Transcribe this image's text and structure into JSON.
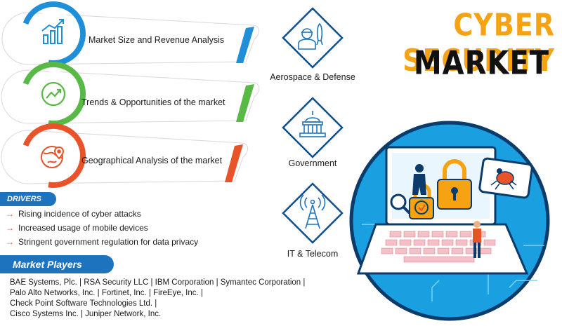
{
  "title": {
    "line1": "CYBER SECURITY",
    "line2": "MARKET"
  },
  "analysis_items": [
    {
      "label": "Market Size and Revenue Analysis",
      "color": "#1e8fd8",
      "icon": "bar-growth-chart-icon"
    },
    {
      "label": "Trends & Opportunities of the market",
      "color": "#58b947",
      "icon": "trend-arrow-icon"
    },
    {
      "label": "Geographical Analysis of the market",
      "color": "#e8532a",
      "icon": "globe-pin-icon"
    }
  ],
  "sectors": [
    {
      "label": "Aerospace & Defense",
      "icon": "soldier-rocket-icon"
    },
    {
      "label": "Government",
      "icon": "capitol-building-icon"
    },
    {
      "label": "IT & Telecom",
      "icon": "telecom-tower-icon"
    }
  ],
  "drivers": {
    "heading": "DRIVERS",
    "items": [
      "Rising incidence of cyber attacks",
      "Increased usage of mobile devices",
      "Stringent government regulation for data privacy"
    ]
  },
  "market_players": {
    "heading": "Market Players",
    "lines": [
      "BAE Systems, Plc. | RSA Security LLC | IBM Corporation | Symantec Corporation |",
      "Palo Alto Networks, Inc. | Fortinet, Inc. | FireEye, Inc. |",
      "Check Point Software Technologies Ltd. |",
      "Cisco Systems Inc. | Juniper Network, Inc."
    ]
  },
  "colors": {
    "accent_orange": "#f5a312",
    "brand_blue": "#1e73be",
    "arrow_red": "#e8532a",
    "illustration_bg": "#1aa0e0"
  }
}
